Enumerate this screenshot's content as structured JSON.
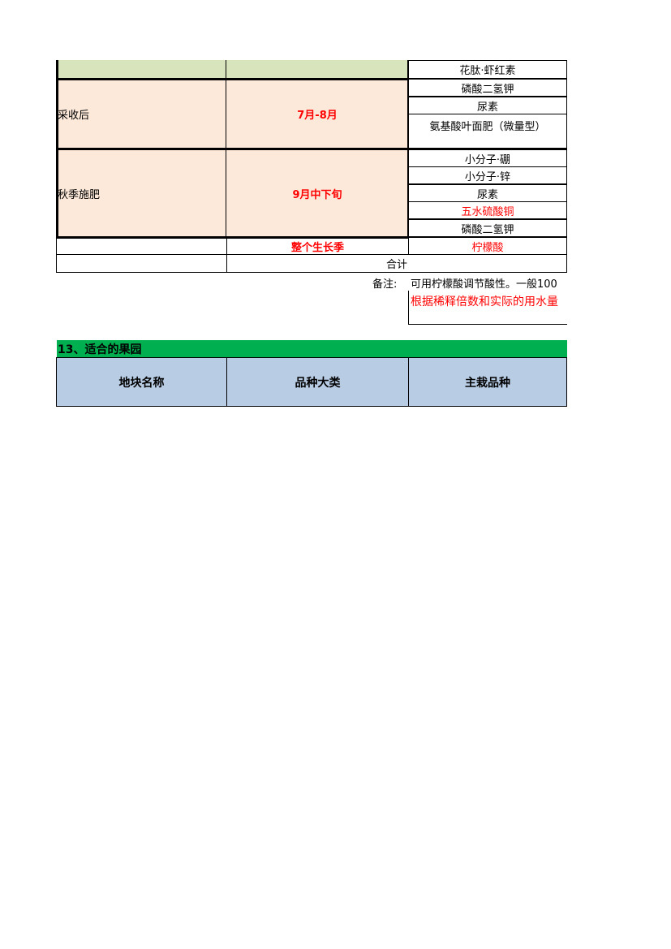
{
  "fert_table": {
    "row_top": {
      "item": "花肽·虾红素"
    },
    "group_harvest": {
      "stage": "采收后",
      "period": "7月-8月",
      "items": [
        "磷酸二氢钾",
        "尿素",
        "氨基酸叶面肥（微量型）"
      ]
    },
    "group_autumn": {
      "stage": "秋季施肥",
      "period": "9月中下旬",
      "items": [
        "小分子·硼",
        "小分子·锌",
        "尿素",
        "五水硫酸铜",
        "磷酸二氢钾"
      ]
    },
    "row_season": {
      "period": "整个生长季",
      "item": "柠檬酸"
    },
    "row_total": {
      "label": "合计"
    },
    "note_label": "备注:",
    "note_text": "可用柠檬酸调节酸性。一般100",
    "note_box_text": "根据稀释倍数和实际的用水量"
  },
  "orchard_section": {
    "title": "13、适合的果园",
    "headers": [
      "地块名称",
      "品种大类",
      "主栽品种"
    ]
  },
  "colors": {
    "light_green": "#d8e4bc",
    "peach": "#fde9d9",
    "header_blue": "#b8cce4",
    "band_green": "#00b050",
    "red_text": "#ff0000"
  }
}
